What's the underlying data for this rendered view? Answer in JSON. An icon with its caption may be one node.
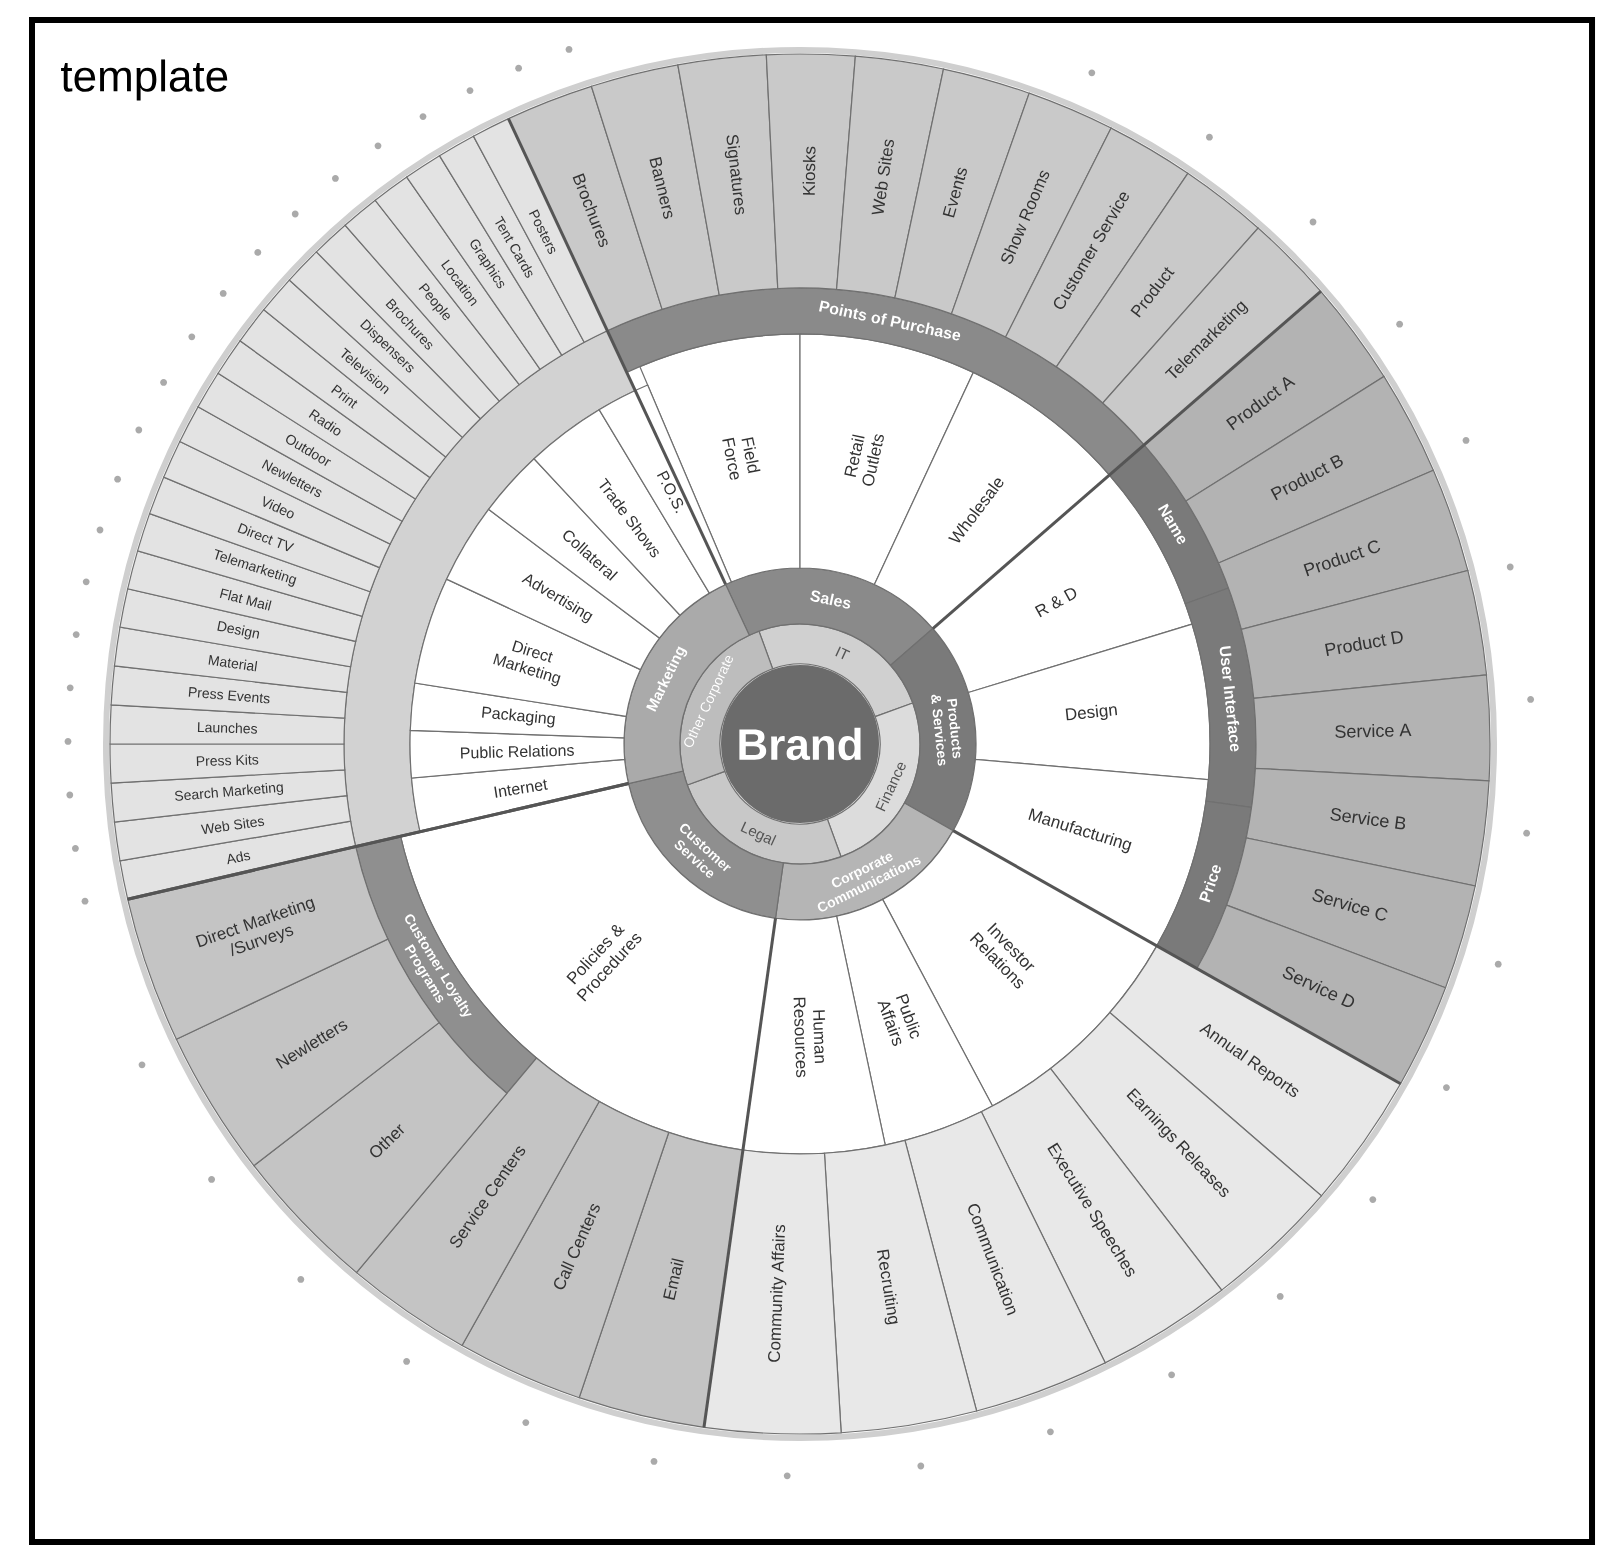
{
  "diagram": {
    "title": "template",
    "nodes": [
      {
        "text": [
          "Brand"
        ]
      },
      {
        "text": [
          "IT"
        ]
      },
      {
        "text": [
          "Finance"
        ]
      },
      {
        "text": [
          "Legal"
        ]
      },
      {
        "text": [
          "Other Corporate"
        ]
      },
      {
        "text": [
          "Sales"
        ]
      },
      {
        "text": [
          "Products & Services"
        ]
      },
      {
        "text": [
          "Corporate Communications"
        ]
      },
      {
        "text": [
          "Customer Service"
        ]
      },
      {
        "text": [
          "Marketing"
        ]
      },
      {
        "text": [
          "Field Force"
        ]
      },
      {
        "text": [
          "Retail Outlets"
        ]
      },
      {
        "text": [
          "Wholesale"
        ]
      },
      {
        "text": [
          "R & D"
        ]
      },
      {
        "text": [
          "Design"
        ]
      },
      {
        "text": [
          "Manufacturing"
        ]
      },
      {
        "text": [
          "Investor Relations"
        ]
      },
      {
        "text": [
          "Public Affairs"
        ]
      },
      {
        "text": [
          "Human Resources"
        ]
      },
      {
        "text": [
          "Policies & Procedures"
        ]
      },
      {
        "text": [
          "Internet"
        ]
      },
      {
        "text": [
          "Public Relations"
        ]
      },
      {
        "text": [
          "Packaging"
        ]
      },
      {
        "text": [
          "Direct Marketing"
        ]
      },
      {
        "text": [
          "Advertising"
        ]
      },
      {
        "text": [
          "Collateral"
        ]
      },
      {
        "text": [
          "Trade Shows"
        ]
      },
      {
        "text": [
          "P.O.S."
        ]
      },
      {
        "text": [
          "Points of Purchase"
        ]
      },
      {
        "text": [
          "Name"
        ]
      },
      {
        "text": [
          "User Interface"
        ]
      },
      {
        "text": [
          "Price"
        ]
      },
      {
        "text": [
          "Customer Loyalty Programs"
        ]
      },
      {
        "text": [
          "Brochures"
        ]
      },
      {
        "text": [
          "Banners"
        ]
      },
      {
        "text": [
          "Signatures"
        ]
      },
      {
        "text": [
          "Kiosks"
        ]
      },
      {
        "text": [
          "Web Sites"
        ]
      },
      {
        "text": [
          "Events"
        ]
      },
      {
        "text": [
          "Show Rooms"
        ]
      },
      {
        "text": [
          "Customer Service"
        ]
      },
      {
        "text": [
          "Product"
        ]
      },
      {
        "text": [
          "Telemarketing"
        ]
      },
      {
        "text": [
          "Product A"
        ]
      },
      {
        "text": [
          "Product B"
        ]
      },
      {
        "text": [
          "Product C"
        ]
      },
      {
        "text": [
          "Product D"
        ]
      },
      {
        "text": [
          "Service A"
        ]
      },
      {
        "text": [
          "Service B"
        ]
      },
      {
        "text": [
          "Service C"
        ]
      },
      {
        "text": [
          "Service D"
        ]
      },
      {
        "text": [
          "Annual Reports"
        ]
      },
      {
        "text": [
          "Earnings Releases"
        ]
      },
      {
        "text": [
          "Executive Speeches"
        ]
      },
      {
        "text": [
          "Communication"
        ]
      },
      {
        "text": [
          "Recruiting"
        ]
      },
      {
        "text": [
          "Community Affairs"
        ]
      },
      {
        "text": [
          "Email"
        ]
      },
      {
        "text": [
          "Call Centers"
        ]
      },
      {
        "text": [
          "Service Centers"
        ]
      },
      {
        "text": [
          "Other"
        ]
      },
      {
        "text": [
          "Newletters"
        ]
      },
      {
        "text": [
          "Direct Marketing /Surveys"
        ]
      },
      {
        "text": [
          "Ads"
        ]
      },
      {
        "text": [
          "Web Sites"
        ]
      },
      {
        "text": [
          "Search Marketing"
        ]
      },
      {
        "text": [
          "Press Kits"
        ]
      },
      {
        "text": [
          "Launches"
        ]
      },
      {
        "text": [
          "Press Events"
        ]
      },
      {
        "text": [
          "Material"
        ]
      },
      {
        "text": [
          "Design"
        ]
      },
      {
        "text": [
          "Flat Mail"
        ]
      },
      {
        "text": [
          "Telemarketing"
        ]
      },
      {
        "text": [
          "Direct TV"
        ]
      },
      {
        "text": [
          "Video"
        ]
      },
      {
        "text": [
          "Newletters"
        ]
      },
      {
        "text": [
          "Outdoor"
        ]
      },
      {
        "text": [
          "Radio"
        ]
      },
      {
        "text": [
          "Print"
        ]
      },
      {
        "text": [
          "Television"
        ]
      },
      {
        "text": [
          "Dispensers"
        ]
      },
      {
        "text": [
          "Brochures"
        ]
      },
      {
        "text": [
          "People"
        ]
      },
      {
        "text": [
          "Location"
        ]
      },
      {
        "text": [
          "Graphics"
        ]
      },
      {
        "text": [
          "Tent Cards"
        ]
      },
      {
        "text": [
          "Posters"
        ]
      }
    ]
  }
}
